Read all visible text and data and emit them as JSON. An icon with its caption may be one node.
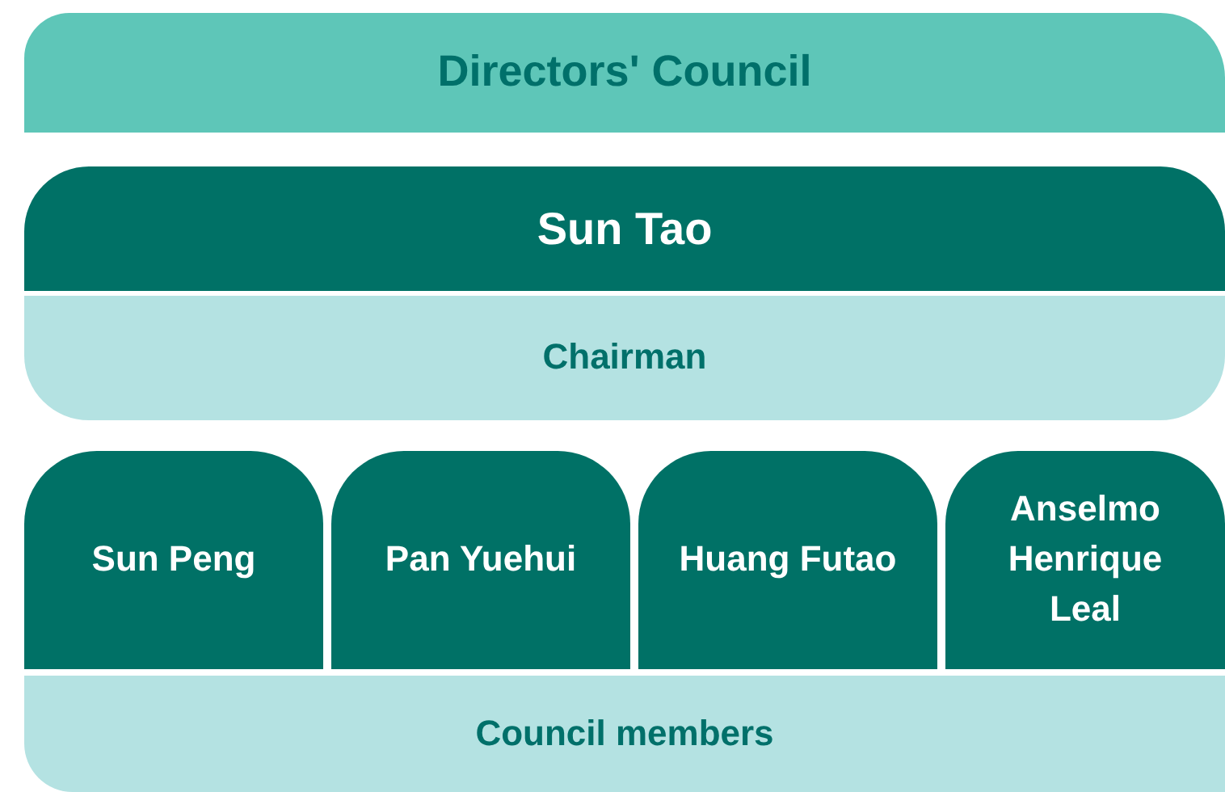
{
  "diagram": {
    "nodes": [
      {
        "text": [
          "Directors' Council"
        ]
      },
      {
        "text": [
          "Sun Tao"
        ]
      },
      {
        "text": [
          "Chairman"
        ]
      },
      {
        "text": [
          "Sun Peng"
        ]
      },
      {
        "text": [
          "Pan Yuehui"
        ]
      },
      {
        "text": [
          "Huang Futao"
        ]
      },
      {
        "text": [
          "Anselmo Henrique Leal"
        ]
      },
      {
        "text": [
          "Council members"
        ]
      }
    ]
  }
}
